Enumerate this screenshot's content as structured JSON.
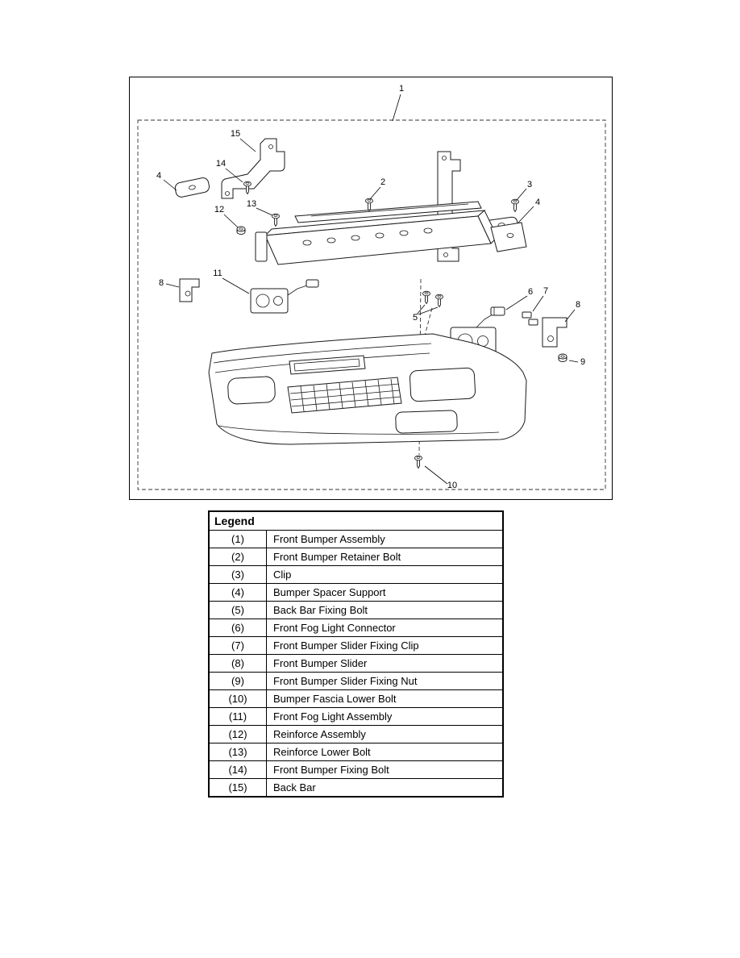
{
  "figure": {
    "callouts": {
      "c1": "1",
      "c2": "2",
      "c3": "3",
      "c4_left": "4",
      "c4_right": "4",
      "c5": "5",
      "c6": "6",
      "c7": "7",
      "c8_left": "8",
      "c8_right": "8",
      "c9": "9",
      "c10": "10",
      "c11": "11",
      "c12": "12",
      "c13": "13",
      "c14": "14",
      "c15": "15"
    }
  },
  "legend": {
    "title": "Legend",
    "rows": [
      {
        "num": "(1)",
        "label": "Front Bumper Assembly"
      },
      {
        "num": "(2)",
        "label": "Front Bumper Retainer Bolt"
      },
      {
        "num": "(3)",
        "label": "Clip"
      },
      {
        "num": "(4)",
        "label": "Bumper Spacer Support"
      },
      {
        "num": "(5)",
        "label": "Back Bar Fixing Bolt"
      },
      {
        "num": "(6)",
        "label": "Front Fog Light Connector"
      },
      {
        "num": "(7)",
        "label": "Front Bumper Slider Fixing Clip"
      },
      {
        "num": "(8)",
        "label": "Front Bumper Slider"
      },
      {
        "num": "(9)",
        "label": "Front Bumper Slider Fixing Nut"
      },
      {
        "num": "(10)",
        "label": "Bumper Fascia Lower Bolt"
      },
      {
        "num": "(11)",
        "label": "Front Fog Light Assembly"
      },
      {
        "num": "(12)",
        "label": "Reinforce Assembly"
      },
      {
        "num": "(13)",
        "label": "Reinforce Lower Bolt"
      },
      {
        "num": "(14)",
        "label": "Front Bumper Fixing Bolt"
      },
      {
        "num": "(15)",
        "label": "Back Bar"
      }
    ]
  }
}
